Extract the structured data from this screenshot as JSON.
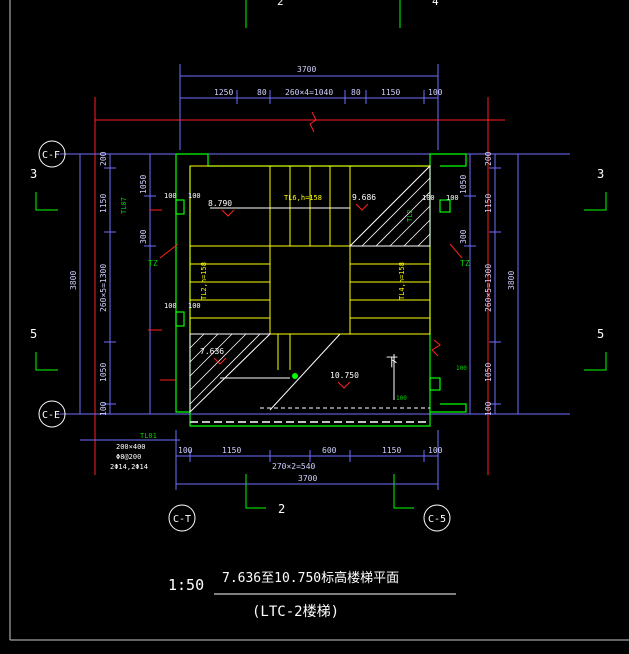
{
  "colors": {
    "background": "#000000",
    "dim": "#d0d0ff",
    "dimline": "#7070ff",
    "wall": "#00ff00",
    "stair": "#ffff00",
    "red": "#ff2020",
    "white": "#ffffff",
    "grid": "#c8c8c8",
    "green_text": "#00d000"
  },
  "grid_top": {
    "left": "2",
    "right": "4"
  },
  "top_dims": {
    "overall": "3700",
    "segments": [
      "1250",
      "80",
      "260×4=1040",
      "80",
      "1150",
      "100"
    ]
  },
  "bottom_dims": {
    "overall": "3700",
    "segments": [
      "100",
      "1150",
      "270×2=540",
      "600",
      "1150",
      "100"
    ]
  },
  "left_dims": {
    "overall": "3800",
    "segments": [
      "200",
      "1150",
      "260×5=1300",
      "1050",
      "100"
    ],
    "inner": [
      "1050",
      "300"
    ]
  },
  "right_dims": {
    "overall": "3800",
    "segments": [
      "200",
      "1150",
      "260×5=1300",
      "1050",
      "100"
    ],
    "inner": [
      "1050",
      "300"
    ]
  },
  "axis_labels": {
    "left_top": "C-F",
    "left_bottom": "C-E",
    "bottom_left": "C-T",
    "bottom_mid": "2",
    "bottom_right": "C-5"
  },
  "side_numbers": {
    "left_upper": "3",
    "left_lower": "5",
    "right_upper": "3",
    "right_lower": "5"
  },
  "elevations": {
    "e1": "8.790",
    "e2": "9.686",
    "e3": "7.636",
    "e4": "10.750"
  },
  "stair_labels": {
    "top_flight": "TL6,h=158",
    "left_flight": "TL2,h=158",
    "right_flight": "TL4,h=158",
    "tl7": "TL07",
    "tl2b": "TL2"
  },
  "small_labels": {
    "tz_left": "TZ",
    "tz_right": "TZ",
    "dn": "下",
    "d100a": "100",
    "d100b": "100",
    "d100c": "100",
    "d100d": "100",
    "d100e": "100",
    "d100f": "100",
    "d100g": "100",
    "d100h": "100"
  },
  "beam_note": {
    "title": "TL01",
    "size": "200×400",
    "rebar1": "Φ8@200",
    "rebar2": "2Φ14,2Φ14"
  },
  "title_block": {
    "scale": "1:50",
    "title": "7.636至10.750标高楼梯平面",
    "subtitle": "(LTC-2楼梯)"
  }
}
